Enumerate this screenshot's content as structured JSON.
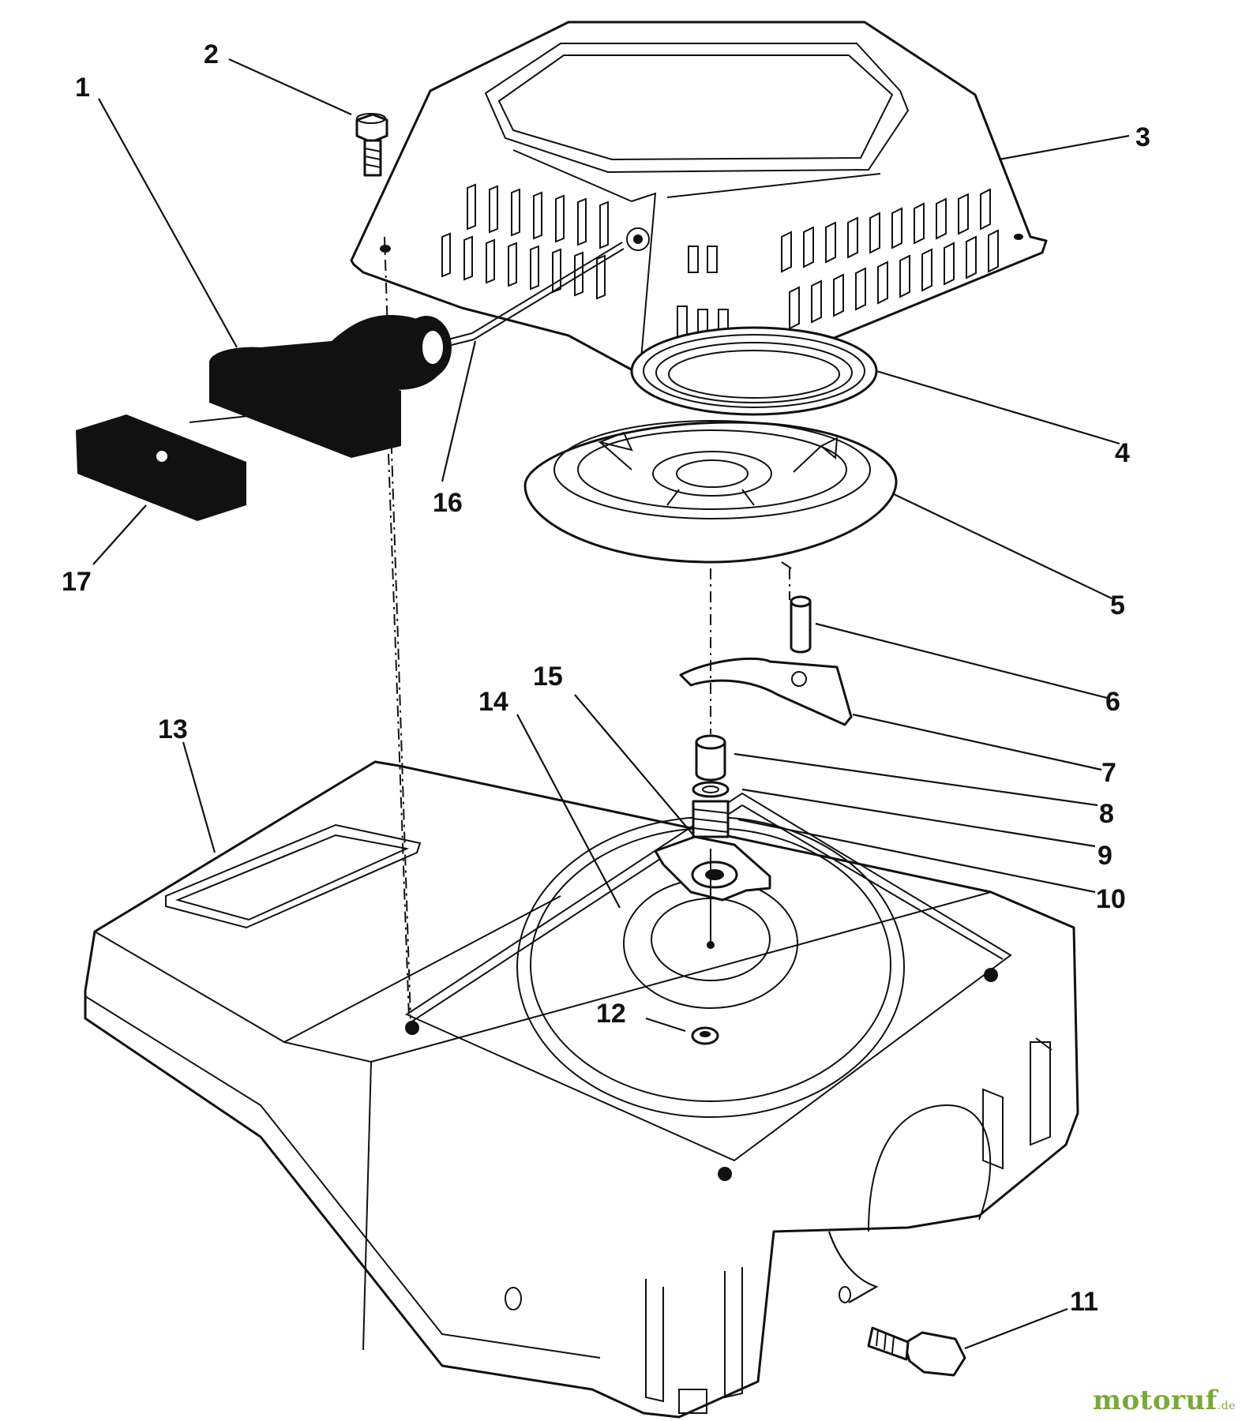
{
  "diagram": {
    "callouts": [
      "1",
      "2",
      "3",
      "4",
      "5",
      "6",
      "7",
      "8",
      "9",
      "10",
      "11",
      "12",
      "13",
      "14",
      "15",
      "16",
      "17"
    ]
  },
  "watermark": {
    "brand": "motoruf",
    "domain": ".de"
  }
}
